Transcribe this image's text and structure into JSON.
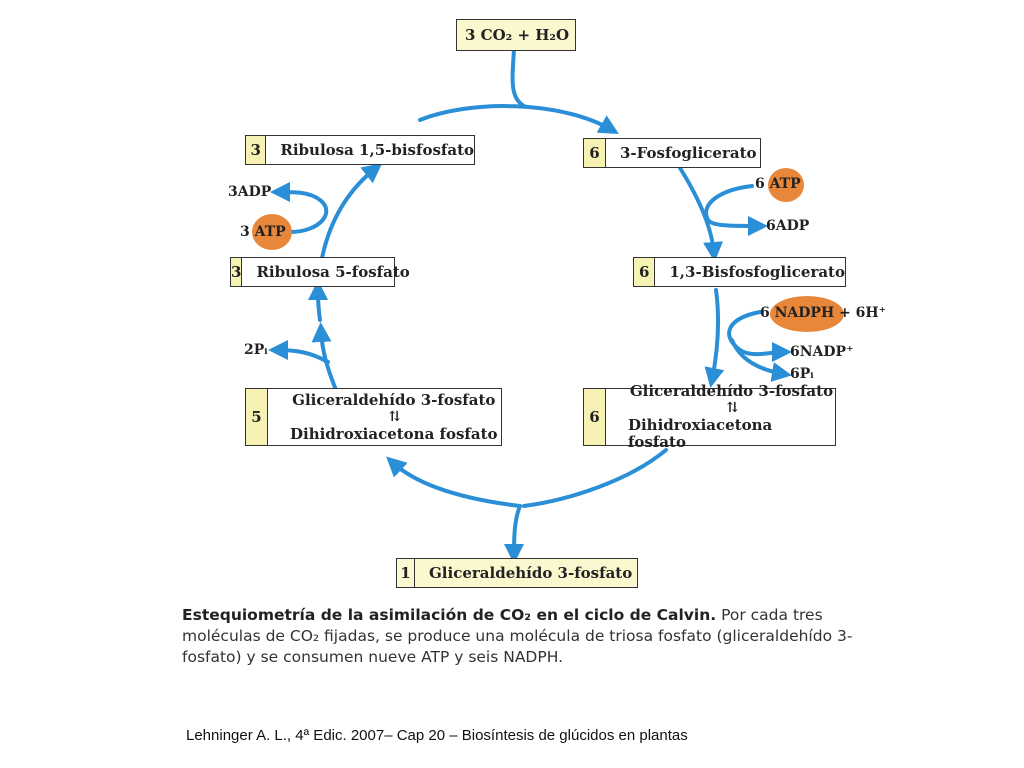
{
  "diagram": {
    "input": "3 CO₂ + H₂O",
    "ribulose_bp": {
      "count": "3",
      "name": "Ribulosa 1,5-bisfosfato"
    },
    "pga": {
      "count": "6",
      "name": "3-Fosfoglicerato"
    },
    "ribulose_5p": {
      "count": "3",
      "name": "Ribulosa 5-fosfato"
    },
    "bpg": {
      "count": "6",
      "name": "1,3-Bisfosfoglicerato"
    },
    "g3p_left": {
      "count": "5",
      "line1": "Gliceraldehído 3-fosfato",
      "eq": "⇅",
      "line2": "Dihidroxiacetona fosfato"
    },
    "g3p_right": {
      "count": "6",
      "line1": "Gliceraldehído 3-fosfato",
      "eq": "⇅",
      "line2": "Dihidroxiacetona fosfato"
    },
    "output": {
      "count": "1",
      "name": "Gliceraldehído 3-fosfato"
    },
    "labels": {
      "adp_left": "3ADP",
      "atp_left": "3 ATP",
      "pi_left": "2Pᵢ",
      "atp_right": "6 ATP",
      "adp_right": "6ADP",
      "nadph": "6 NADPH + 6H⁺",
      "nadp": "6NADP⁺",
      "pi_right": "6Pᵢ"
    },
    "colors": {
      "arrow": "#2a8fd6",
      "highlight": "#e8873a",
      "count_fill": "#f7f2b4"
    }
  },
  "caption": {
    "bold": "Estequiometría de la asimilación de CO₂ en el ciclo de Calvin.",
    "text": " Por cada tres moléculas de CO₂ fijadas, se produce una molécula de triosa fosfato (gliceraldehído 3-fosfato) y se consumen nueve ATP y seis NADPH."
  },
  "footer": "Lehninger A. L., 4ª Edic. 2007– Cap 20 – Biosíntesis de glúcidos en plantas"
}
